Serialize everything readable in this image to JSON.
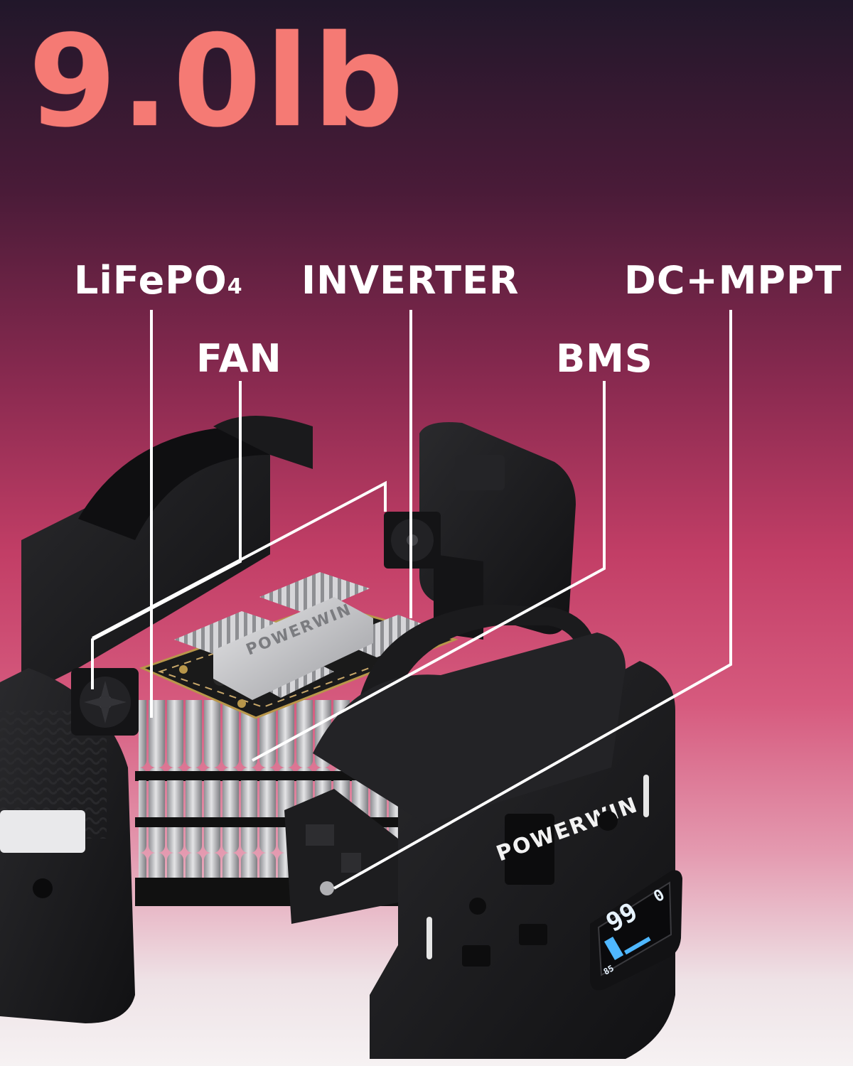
{
  "headline": {
    "weight": "9.0lb"
  },
  "callouts": {
    "lifepo4_main": "LiFePO",
    "lifepo4_sub": "4",
    "inverter": "INVERTER",
    "dc_mppt": "DC+MPPT",
    "fan": "FAN",
    "bms": "BMS"
  },
  "product": {
    "brand_top": "POWERWIN",
    "brand_front": "POWERWIN",
    "lcd_value": "99",
    "lcd_right": "0",
    "lcd_percent": "85"
  },
  "colors": {
    "headline": "#f57a74",
    "label": "#ffffff",
    "leader_line": "#ffffff",
    "casing": "#1c1c1e",
    "heatsink": "#c9c9cc",
    "pcb": "#1a1a1a",
    "cell": "#bfc0c3",
    "lcd_accent": "#4fb7ff"
  },
  "icons": {
    "fan": "fan-icon",
    "lcd": "battery-display-icon"
  }
}
